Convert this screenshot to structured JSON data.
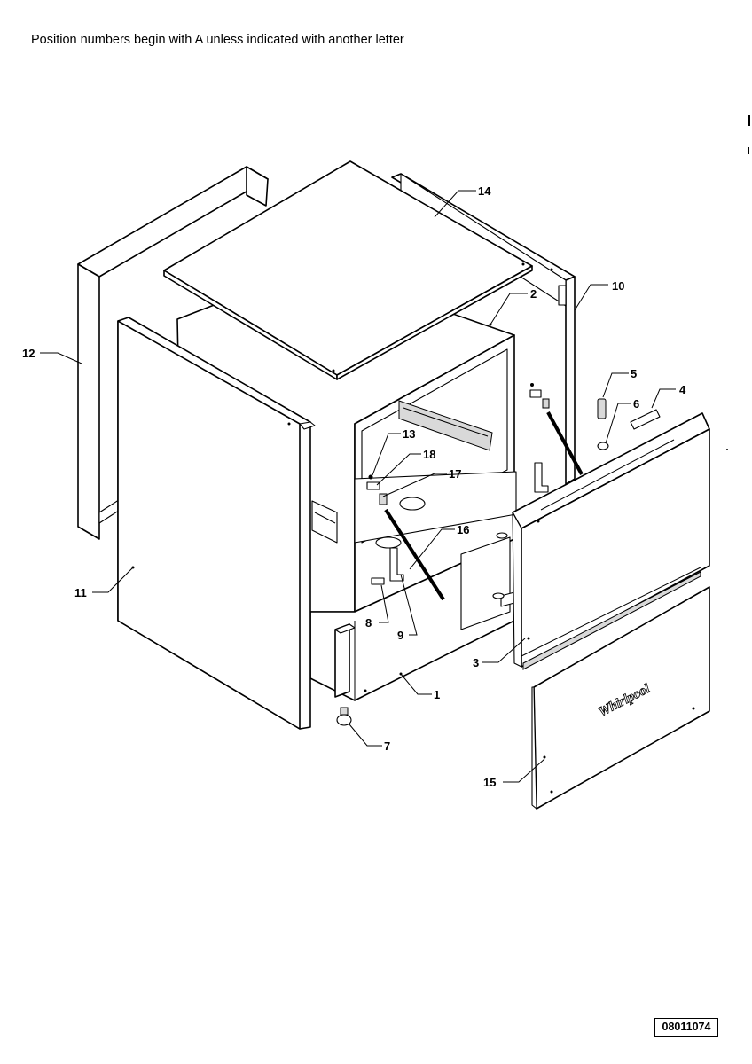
{
  "header": {
    "note": "Position numbers begin with A unless indicated with another letter"
  },
  "footer": {
    "reference_code": "08011074"
  },
  "front_panel": {
    "brand_logo": "Whirlpool"
  },
  "callouts": {
    "c1": "1",
    "c2": "2",
    "c3": "3",
    "c4": "4",
    "c5": "5",
    "c6": "6",
    "c7": "7",
    "c8": "8",
    "c9": "9",
    "c10": "10",
    "c11": "11",
    "c12": "12",
    "c13": "13",
    "c14": "14",
    "c15": "15",
    "c16": "16",
    "c17": "17",
    "c18": "18"
  }
}
